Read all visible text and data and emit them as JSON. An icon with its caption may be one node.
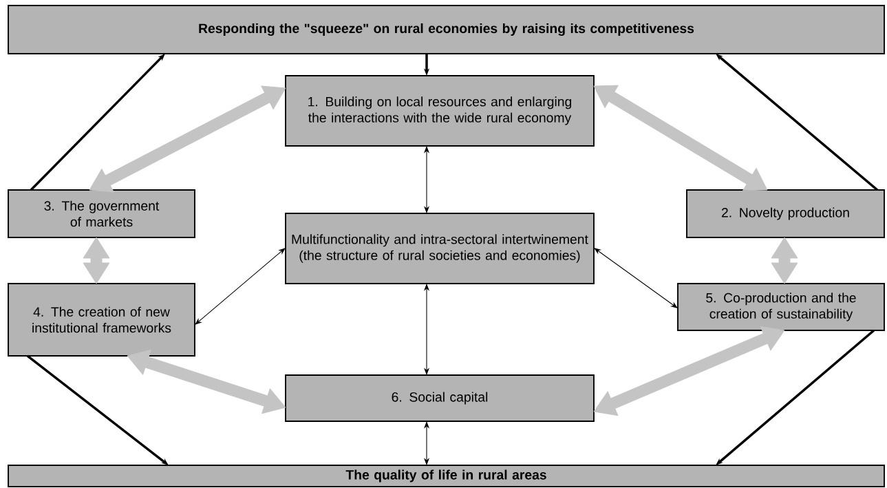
{
  "diagram": {
    "nodes": [
      {
        "text": [
          "Responding the \"squeeze\" on rural economies by raising its competitiveness"
        ]
      },
      {
        "text": [
          "1. Building on local  resources and enlarging the interactions with the wide rural economy"
        ]
      },
      {
        "text": [
          "3. The government of markets"
        ]
      },
      {
        "text": [
          "Multifunctionality and intra-sectoral intertwinement (the structure of rural societies and economies)"
        ]
      },
      {
        "text": [
          "2. Novelty production"
        ]
      },
      {
        "text": [
          "4. The creation of new institutional frameworks"
        ]
      },
      {
        "text": [
          "5. Co-production and the creation of sustainability"
        ]
      },
      {
        "text": [
          "6. Social capital"
        ]
      },
      {
        "text": [
          "The quality of life in rural areas"
        ]
      }
    ],
    "edges": [
      {
        "from": 0,
        "to": 1,
        "arrow": "to",
        "style": "thick"
      },
      {
        "from": 2,
        "to": 0,
        "arrow": "to",
        "style": "thick"
      },
      {
        "from": 4,
        "to": 0,
        "arrow": "to",
        "style": "thick"
      },
      {
        "from": 1,
        "to": 2,
        "arrow": "both",
        "style": "thick",
        "color": "#c4c4c4"
      },
      {
        "from": 1,
        "to": 4,
        "arrow": "both",
        "style": "thick",
        "color": "#c4c4c4"
      },
      {
        "from": 1,
        "to": 3,
        "arrow": "both"
      },
      {
        "from": 2,
        "to": 5,
        "arrow": "both",
        "style": "thick",
        "color": "#c4c4c4"
      },
      {
        "from": 4,
        "to": 6,
        "arrow": "both",
        "style": "thick",
        "color": "#c4c4c4"
      },
      {
        "from": 3,
        "to": 5,
        "arrow": "both"
      },
      {
        "from": 3,
        "to": 6,
        "arrow": "both"
      },
      {
        "from": 3,
        "to": 7,
        "arrow": "both"
      },
      {
        "from": 5,
        "to": 7,
        "arrow": "both",
        "style": "thick",
        "color": "#c4c4c4"
      },
      {
        "from": 6,
        "to": 7,
        "arrow": "both",
        "style": "thick",
        "color": "#c4c4c4"
      },
      {
        "from": 5,
        "to": 8,
        "arrow": "to",
        "style": "thick"
      },
      {
        "from": 6,
        "to": 8,
        "arrow": "to",
        "style": "thick"
      },
      {
        "from": 7,
        "to": 8,
        "arrow": "both"
      }
    ]
  }
}
